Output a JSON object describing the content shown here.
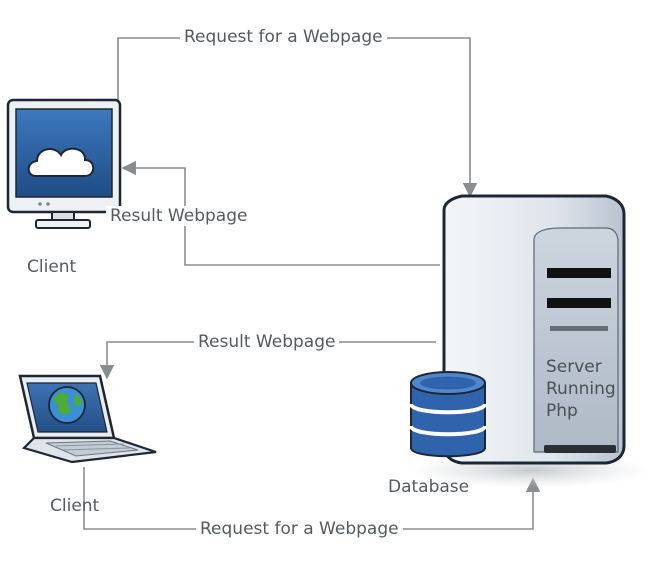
{
  "diagram": {
    "top_request_label": "Request for a Webpage",
    "top_result_label": "Result Webpage",
    "bottom_result_label": "Result Webpage",
    "bottom_request_label": "Request for a Webpage",
    "client_top_label": "Client",
    "client_bottom_label": "Client",
    "database_label": "Database",
    "server_label_lines": [
      "Server",
      "Running",
      "Php"
    ]
  },
  "colors": {
    "connector": "#8a8d90",
    "server_body": "#dde4ec",
    "server_outline": "#1f2a38",
    "monitor_screen": "#2a5f9e",
    "database_blue": "#2f64ad"
  },
  "icons": [
    "desktop-monitor-icon",
    "cloud-icon",
    "laptop-icon",
    "globe-icon",
    "server-tower-icon",
    "database-icon"
  ]
}
